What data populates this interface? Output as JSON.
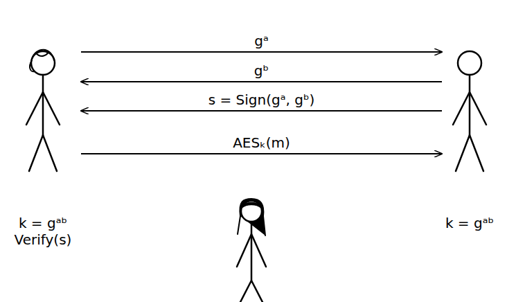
{
  "diagram": {
    "nodes": [
      {
        "text": [
          "k = gᵃᵇ",
          "Verify(s)"
        ]
      },
      {
        "text": [
          "k = gᵃᵇ"
        ]
      }
    ],
    "edges": [
      {
        "from": 0,
        "to": 1,
        "arrow": "to",
        "label": "gᵃ"
      },
      {
        "from": 1,
        "to": 0,
        "arrow": "to",
        "label": "gᵇ"
      },
      {
        "from": 1,
        "to": 0,
        "arrow": "to",
        "label": "s = Sign(gᵃ, gᵇ)"
      },
      {
        "from": 0,
        "to": 1,
        "arrow": "to",
        "label": "AESₖ(m)"
      }
    ]
  }
}
